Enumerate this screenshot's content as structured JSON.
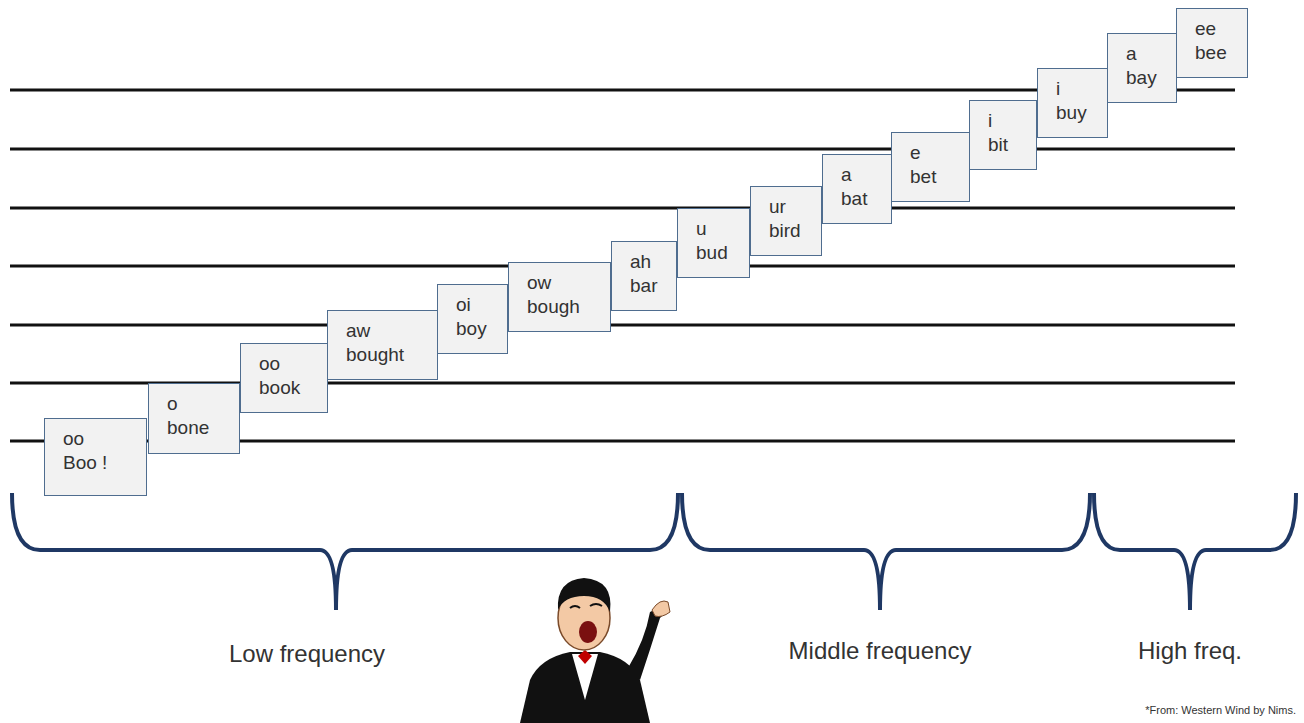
{
  "diagram": {
    "nodes": [
      {
        "text": [
          "oo",
          "Boo !"
        ]
      },
      {
        "text": [
          "o",
          "bone"
        ]
      },
      {
        "text": [
          "oo",
          "book"
        ]
      },
      {
        "text": [
          "aw",
          "bought"
        ]
      },
      {
        "text": [
          "oi",
          "boy"
        ]
      },
      {
        "text": [
          "ow",
          "bough"
        ]
      },
      {
        "text": [
          "ah",
          "bar"
        ]
      },
      {
        "text": [
          "u",
          "bud"
        ]
      },
      {
        "text": [
          "ur",
          "bird"
        ]
      },
      {
        "text": [
          "a",
          "bat"
        ]
      },
      {
        "text": [
          "e",
          "bet"
        ]
      },
      {
        "text": [
          "i",
          "bit"
        ]
      },
      {
        "text": [
          "i",
          "buy"
        ]
      },
      {
        "text": [
          "a",
          "bay"
        ]
      },
      {
        "text": [
          "ee",
          "bee"
        ]
      }
    ],
    "edges": [],
    "labels": [
      "Low frequency",
      "Middle frequency",
      "High freq.",
      "*From: Western Wind by Nims."
    ]
  }
}
